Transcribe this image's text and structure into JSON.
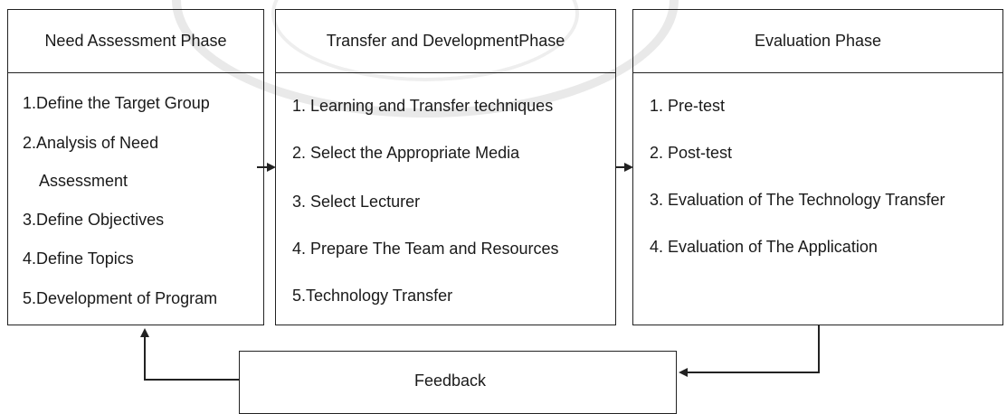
{
  "phases": [
    {
      "title": "Need Assessment Phase",
      "items": [
        "1.Define the Target Group",
        "2.Analysis of Need",
        "Assessment",
        "3.Define Objectives",
        "4.Define Topics",
        "5.Development  of  Program"
      ]
    },
    {
      "title": "Transfer and DevelopmentPhase",
      "items": [
        "1. Learning and Transfer techniques",
        "2. Select the Appropriate Media",
        "3. Select  Lecturer",
        "4. Prepare The Team and Resources",
        "5.Technology Transfer"
      ]
    },
    {
      "title": "Evaluation Phase",
      "items": [
        "1. Pre-test",
        "2. Post-test",
        "3. Evaluation of The Technology Transfer",
        "4. Evaluation of The  Application"
      ]
    }
  ],
  "feedback": {
    "label": "Feedback"
  },
  "colors": {
    "line": "#222222",
    "watermark": "#e9e9e9"
  }
}
